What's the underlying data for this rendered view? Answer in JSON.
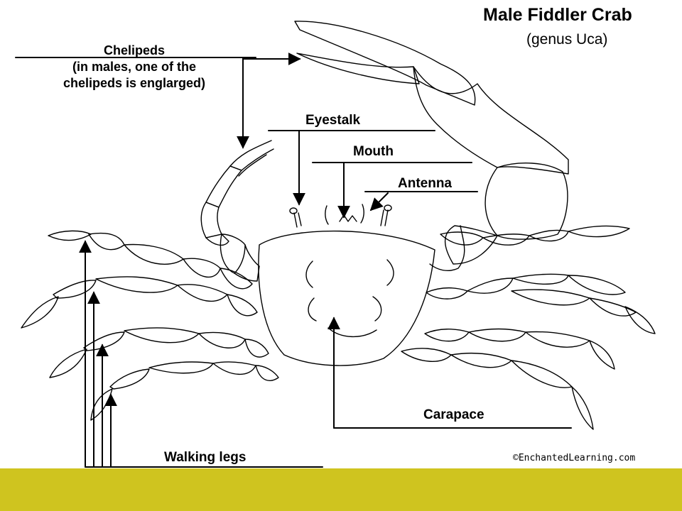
{
  "title": "Male Fiddler Crab",
  "subtitle": "(genus Uca)",
  "labels": {
    "chelipeds": [
      "Chelipeds",
      "(in males, one of the",
      "chelipeds is englarged)"
    ],
    "eyestalk": "Eyestalk",
    "mouth": "Mouth",
    "antenna": "Antenna",
    "carapace": "Carapace",
    "walking_legs": "Walking legs"
  },
  "credit": "©EnchantedLearning.com",
  "colors": {
    "ink": "#000000",
    "background": "#ffffff",
    "footer_bar": "#cfc41f"
  }
}
